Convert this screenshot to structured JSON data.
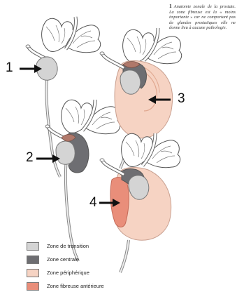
{
  "caption": {
    "number": "1",
    "text": "Anatomie zonale de la prostate. La zone fibreuse est la « moins importante » car ne comportant pas de glandes prostatiques elle ne donne lieu à aucune pathologie."
  },
  "labels": [
    "1",
    "2",
    "3",
    "4"
  ],
  "legend": [
    {
      "label": "Zone de transition",
      "color": "#d4d4d4"
    },
    {
      "label": "Zone centrale",
      "color": "#6e6e72"
    },
    {
      "label": "Zone périphérique",
      "color": "#f6d3c3"
    },
    {
      "label": "Zone fibreuse antérieure",
      "color": "#e98e7a"
    }
  ]
}
